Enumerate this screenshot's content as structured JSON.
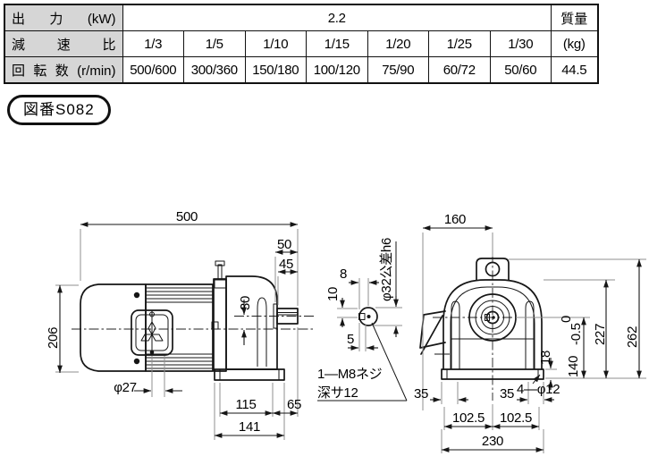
{
  "table": {
    "output_label": "出力(kW)",
    "output_value": "2.2",
    "mass_label": "質量",
    "ratio_label": "減　速　比",
    "mass_unit": "(kg)",
    "speed_label": "回転数(r/min)",
    "ratios": [
      "1/3",
      "1/5",
      "1/10",
      "1/15",
      "1/20",
      "1/25",
      "1/30"
    ],
    "speeds": [
      "500/600",
      "300/360",
      "150/180",
      "100/120",
      "75/90",
      "60/72",
      "50/60"
    ],
    "mass_value": "44.5"
  },
  "badge": {
    "text": "図番S082"
  },
  "side_view": {
    "dim_overall": "500",
    "dim_50": "50",
    "dim_45": "45",
    "dim_height": "206",
    "dim_shaft_offset": "30",
    "dim_phi27": "φ27",
    "dim_115": "115",
    "dim_65": "65",
    "dim_141": "141"
  },
  "shaft_detail": {
    "dim_8": "8",
    "dim_10": "10",
    "dim_5": "5",
    "shaft_tolerance": "φ32公差h6",
    "tap_note_line1": "1—M8ネジ",
    "tap_note_line2": "深サ12"
  },
  "front_view": {
    "dim_160": "160",
    "dim_262": "262",
    "dim_227": "227",
    "dim_140": "140",
    "tol_upper": "0",
    "tol_lower": "-0.5",
    "dim_18": "18",
    "dim_35_left": "35",
    "dim_35_right": "35",
    "dim_102_left": "102.5",
    "dim_102_right": "102.5",
    "dim_230": "230",
    "holes_note": "4—φ12"
  },
  "colors": {
    "header_bg": "#d6d6d6",
    "line": "#161616",
    "extension_line": "#8f8f8f"
  }
}
